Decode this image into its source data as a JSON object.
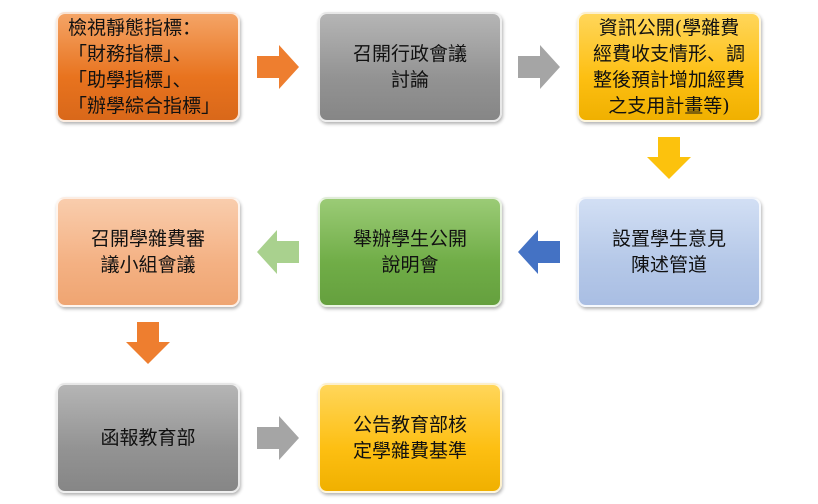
{
  "steps": [
    {
      "text": "檢視靜態指標：\n「財務指標」、\n「助學指標」、\n「辦學綜合指標」"
    },
    {
      "text": "召開行政會議\n討論"
    },
    {
      "text": "資訊公開(學雜費\n經費收支情形、調\n整後預計增加經費\n之支用計畫等)"
    },
    {
      "text": "設置學生意見\n陳述管道"
    },
    {
      "text": "舉辦學生公開\n說明會"
    },
    {
      "text": "召開學雜費審\n議小組會議"
    },
    {
      "text": "函報教育部"
    },
    {
      "text": "公告教育部核\n定學雜費基準"
    }
  ],
  "colors": {
    "orange": "#ED7D31",
    "gray": "#8F8F8F",
    "yellow": "#FFC000",
    "blue": "#B4C7E7",
    "green": "#70AD47",
    "light_orange": "#F4B183",
    "arrow_blue": "#4472C4",
    "arrow_green": "#A9D18E"
  }
}
